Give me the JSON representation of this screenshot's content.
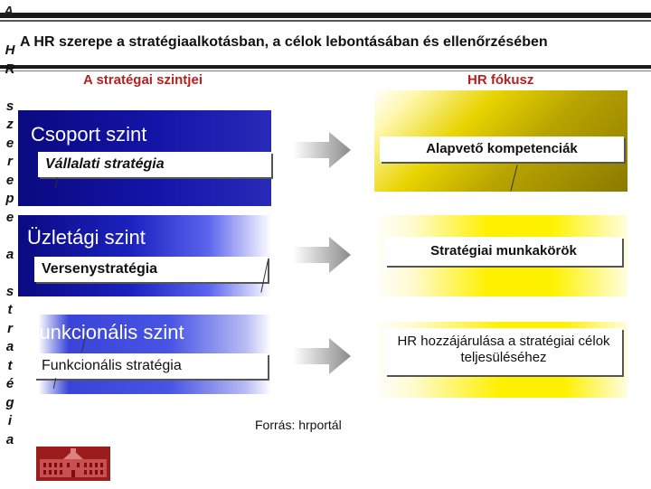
{
  "corner_letter": "A",
  "vertical_text": [
    "H",
    "R",
    "",
    "s",
    "z",
    "e",
    "r",
    "e",
    "p",
    "e",
    "",
    "a",
    "",
    "s",
    "t",
    "r",
    "a",
    "t",
    "é",
    "g",
    "i",
    "a"
  ],
  "title": "A HR szerepe a stratégiaalkotásban, a célok lebontásában és ellenőrzésében",
  "columns": {
    "left_header": "A stratégai szintjei",
    "right_header": "HR fókusz"
  },
  "levels": [
    {
      "title": "Csoport szint",
      "strategy": "Vállalati stratégia",
      "hr_focus": "Alapvető kompetenciák"
    },
    {
      "title": "Üzletági szint",
      "strategy": "Versenystratégia",
      "hr_focus": "Stratégiai munkakörök"
    },
    {
      "title": "Funkcionális szint",
      "strategy": "Funkcionális stratégia",
      "hr_focus": "HR hozzájárulása a stratégiai célok teljesüléséhez"
    }
  ],
  "source": "Forrás: hrportál",
  "colors": {
    "header_red": "#b22222",
    "level_blue": "#1414a8",
    "focus_yellow": "#fff000",
    "arrow_gray": "#8a8a8a"
  }
}
